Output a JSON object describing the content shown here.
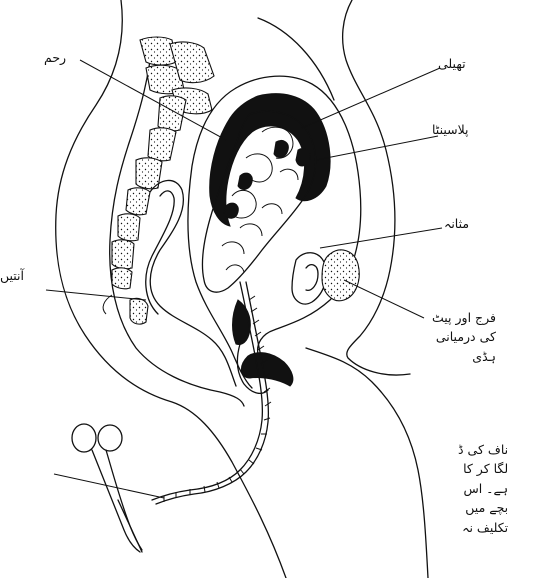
{
  "labels": {
    "uterus": "رحم",
    "membrane": "تھیلی",
    "placenta": "پلاسینٹا",
    "bladder": "مثانہ",
    "intestines": "آنتیں",
    "pubic_bone": [
      "فرج اور پیٹ",
      "کی درمیانی",
      "ہڈی"
    ],
    "cord_note": [
      "ناف کی ڈ",
      "لگا کر کا",
      "ہے۔ اس",
      "بچے میں",
      "تکلیف نہ"
    ]
  }
}
